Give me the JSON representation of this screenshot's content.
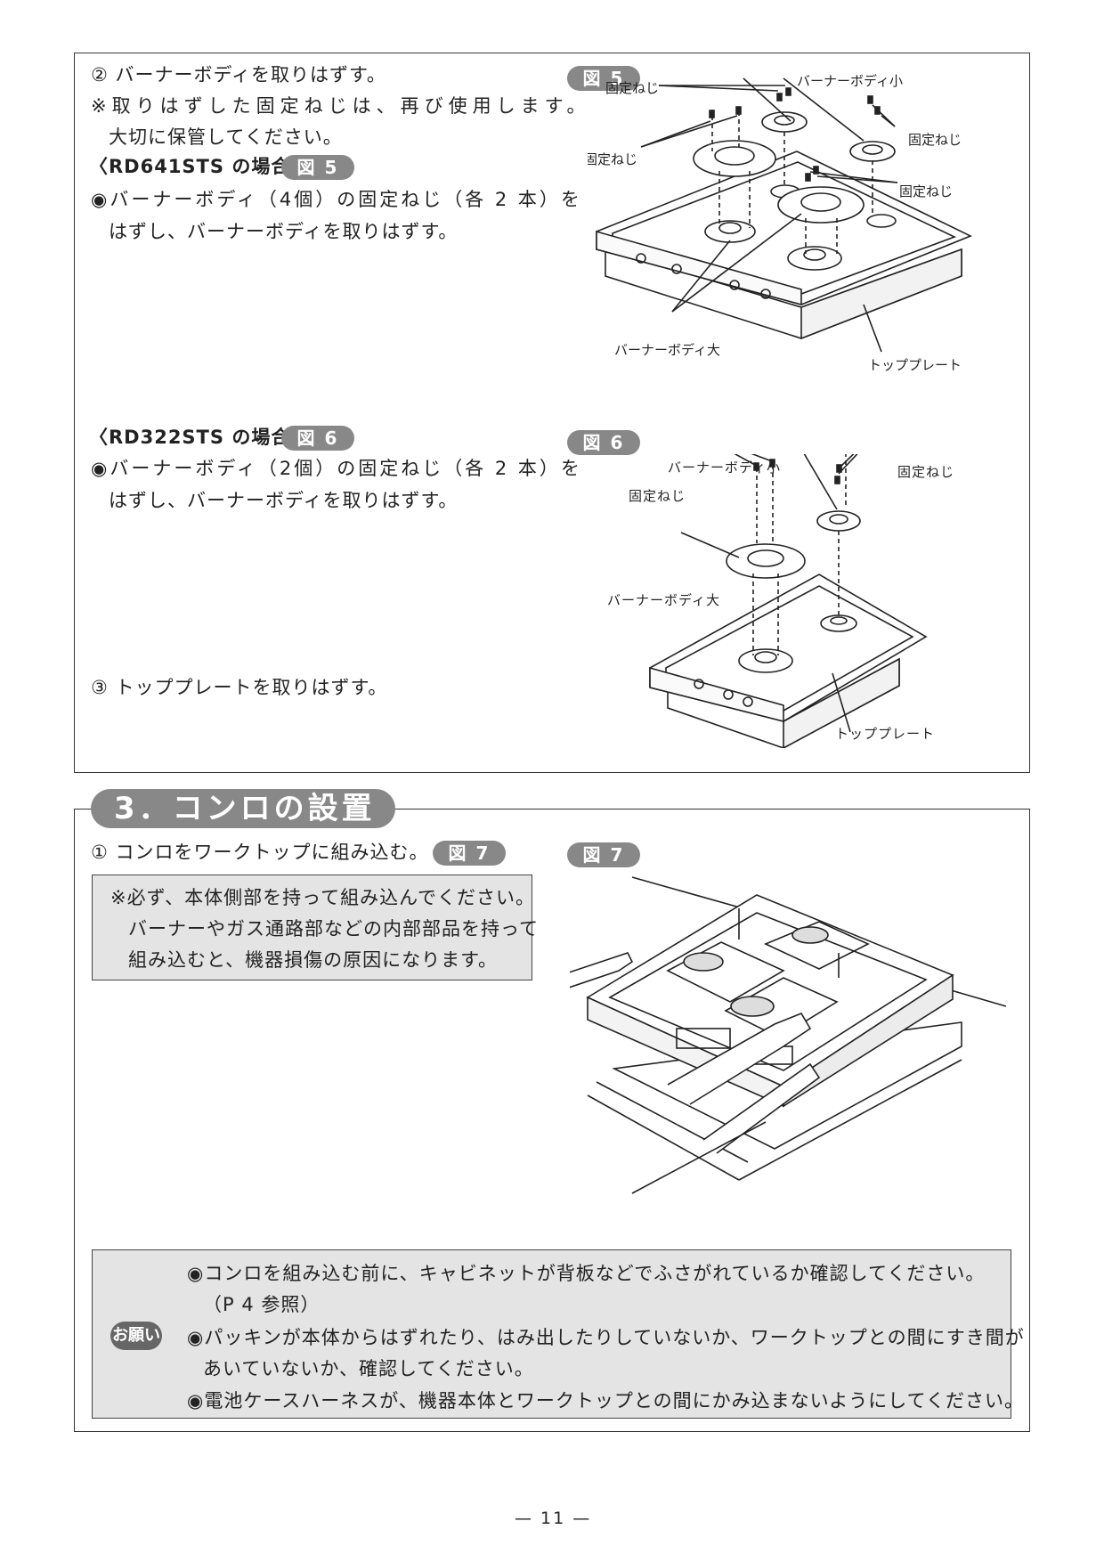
{
  "top": {
    "step2": "② バーナーボディを取りはずす。",
    "note_line1": "※取りはずした固定ねじは、再び使用します。",
    "note_line2": "大切に保管してください。",
    "rd641_heading": "〈RD641STS の場合〉",
    "rd641_badge": "図 5",
    "rd641_line1": "◉バーナーボディ（4個）の固定ねじ（各 2 本）を",
    "rd641_line2": "はずし、バーナーボディを取りはずす。",
    "rd322_heading": "〈RD322STS の場合〉",
    "rd322_badge": "図 6",
    "rd322_line1": "◉バーナーボディ（2個）の固定ねじ（各 2 本）を",
    "rd322_line2": "はずし、バーナーボディを取りはずす。",
    "step3": "③ トッププレートを取りはずす。"
  },
  "fig5": {
    "badge": "図 5",
    "label_screw_a": "固定ねじ",
    "label_burner_small": "バーナーボディ小",
    "label_screw_b": "固定ねじ",
    "label_screw_c": "固定ねじ",
    "label_screw_d": "固定ねじ",
    "label_burner_large": "バーナーボディ大",
    "label_top_plate": "トッププレート"
  },
  "fig6": {
    "badge": "図 6",
    "label_burner_small": "バーナーボディ小",
    "label_screw_a": "固定ねじ",
    "label_screw_b": "固定ねじ",
    "label_burner_large": "バーナーボディ大",
    "label_top_plate": "トッププレート"
  },
  "section3": {
    "title": "3．コンロの設置",
    "step1": "① コンロをワークトップに組み込む。",
    "step1_badge": "図 7",
    "caution_line1": "※必ず、本体側部を持って組み込んでください。",
    "caution_line2": "バーナーやガス通路部などの内部部品を持って",
    "caution_line3": "組み込むと、機器損傷の原因になります。",
    "fig7_badge": "図 7"
  },
  "request": {
    "badge": "お願い",
    "item1_line1": "◉コンロを組み込む前に、キャビネットが背板などでふさがれているか確認してください。",
    "item1_line2": "（P 4 参照）",
    "item2_line1": "◉パッキンが本体からはずれたり、はみ出したりしていないか、ワークトップとの間にすき間が",
    "item2_line2": "あいていないか、確認してください。",
    "item3_line1": "◉電池ケースハーネスが、機器本体とワークトップとの間にかみ込まないようにしてください。"
  },
  "page_number": "— 11 —"
}
